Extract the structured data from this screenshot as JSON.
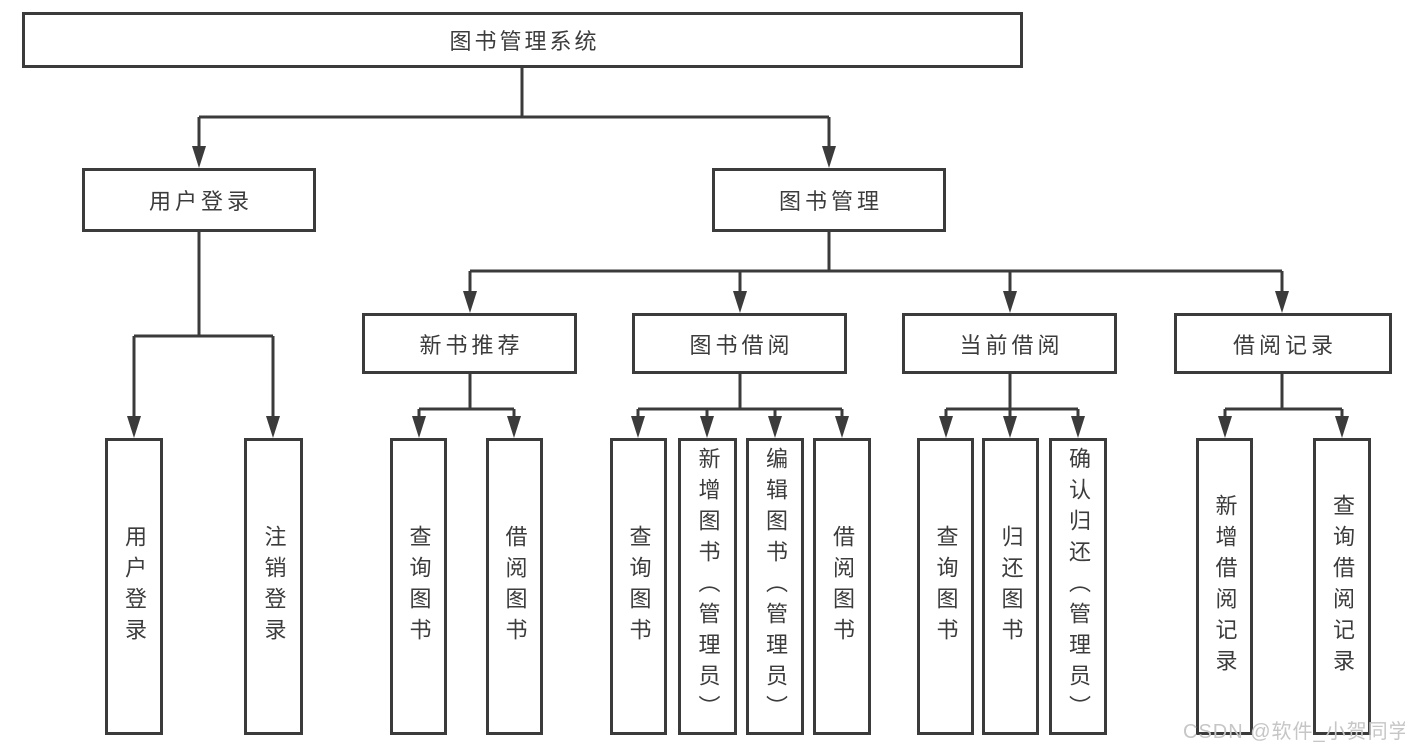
{
  "diagram": {
    "root": {
      "label": "图书管理系统"
    },
    "level2": {
      "user_login": {
        "label": "用户登录"
      },
      "book_management": {
        "label": "图书管理"
      }
    },
    "level3": {
      "new_book_recommend": {
        "label": "新书推荐"
      },
      "book_borrow": {
        "label": "图书借阅"
      },
      "current_borrow": {
        "label": "当前借阅"
      },
      "borrow_records": {
        "label": "借阅记录"
      }
    },
    "leaves": {
      "user_login": {
        "login": "用户登录",
        "logout": "注销登录"
      },
      "new_book_recommend": {
        "query": "查询图书",
        "borrow": "借阅图书"
      },
      "book_borrow": {
        "query": "查询图书",
        "add_admin": "新增图书（管理员）",
        "edit_admin": "编辑图书（管理员）",
        "borrow": "借阅图书"
      },
      "current_borrow": {
        "query": "查询图书",
        "return": "归还图书",
        "confirm_admin": "确认归还（管理员）"
      },
      "borrow_records": {
        "add": "新增借阅记录",
        "query": "查询借阅记录"
      }
    }
  },
  "watermark": {
    "text": "CSDN @软件_小贺同学"
  },
  "colors": {
    "line": "#3b3b3b",
    "text": "#3c3c3c",
    "background": "#ffffff",
    "watermark": "#c6c6c6"
  }
}
